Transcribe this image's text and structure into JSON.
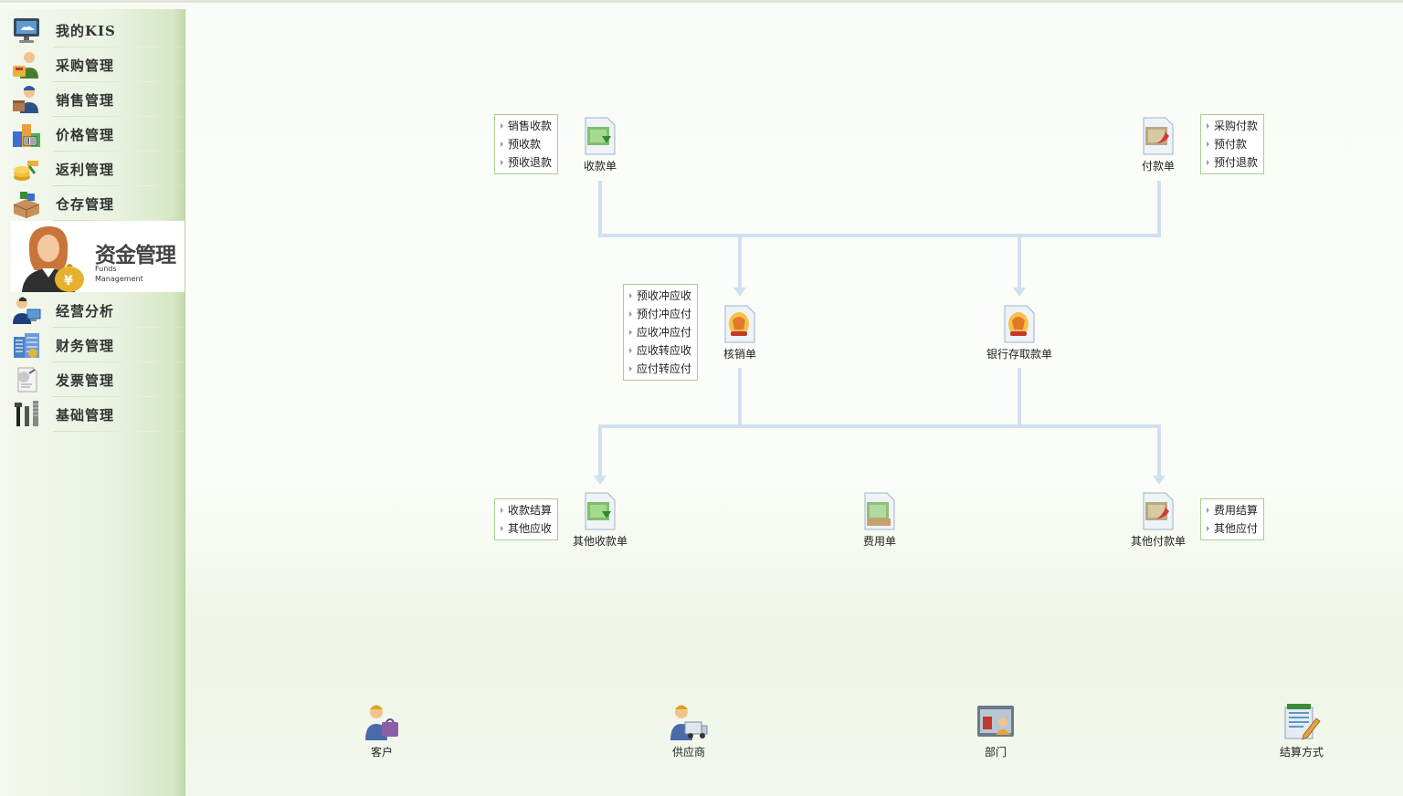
{
  "sidebar": {
    "items": [
      {
        "label": "我的KIS",
        "icon": "monitor-icon"
      },
      {
        "label": "采购管理",
        "icon": "purchase-person-icon"
      },
      {
        "label": "销售管理",
        "icon": "sales-person-icon"
      },
      {
        "label": "价格管理",
        "icon": "price-blocks-icon"
      },
      {
        "label": "返利管理",
        "icon": "rebate-coins-icon"
      },
      {
        "label": "仓存管理",
        "icon": "warehouse-boxes-icon"
      }
    ],
    "active": {
      "title": "资金管理",
      "subtitle_line1": "Funds",
      "subtitle_line2": "Management",
      "icon": "funds-manager-avatar-icon"
    },
    "items_after": [
      {
        "label": "经营分析",
        "icon": "analysis-person-icon"
      },
      {
        "label": "财务管理",
        "icon": "finance-building-icon"
      },
      {
        "label": "发票管理",
        "icon": "invoice-icon"
      },
      {
        "label": "基础管理",
        "icon": "tools-icon"
      }
    ]
  },
  "flow": {
    "receipt": {
      "label": "收款单",
      "options": [
        "销售收款",
        "预收款",
        "预收退款"
      ]
    },
    "payment": {
      "label": "付款单",
      "options": [
        "采购付款",
        "预付款",
        "预付退款"
      ]
    },
    "writeoff": {
      "label": "核销单",
      "options": [
        "预收冲应收",
        "预付冲应付",
        "应收冲应付",
        "应收转应收",
        "应付转应付"
      ]
    },
    "bank": {
      "label": "银行存取款单"
    },
    "other_receipt": {
      "label": "其他收款单",
      "options": [
        "收款结算",
        "其他应收"
      ]
    },
    "expense": {
      "label": "费用单"
    },
    "other_payment": {
      "label": "其他付款单",
      "options": [
        "费用结算",
        "其他应付"
      ]
    }
  },
  "base_data": {
    "customer": "客户",
    "supplier": "供应商",
    "department": "部门",
    "settlement": "结算方式"
  },
  "colors": {
    "flow_line": "#cfe0f0",
    "option_border": "#a9d08e",
    "sidebar_bg": "#eaf3e1"
  }
}
